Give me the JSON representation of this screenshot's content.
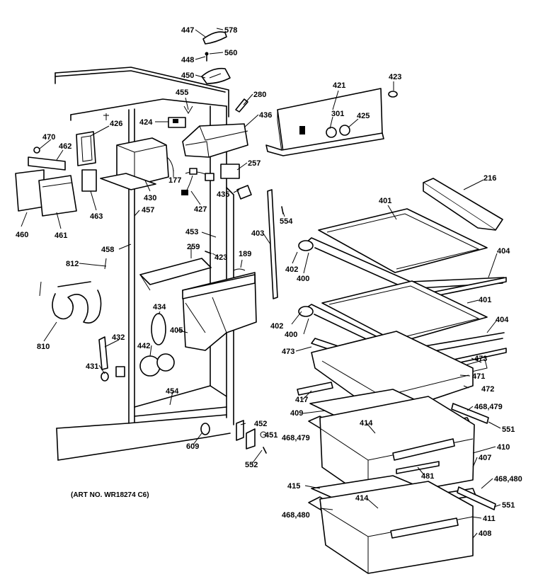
{
  "diagram": {
    "art_number": "(ART NO. WR18274 C6)",
    "callouts": [
      "447",
      "578",
      "448",
      "560",
      "450",
      "455",
      "280",
      "421",
      "423",
      "424",
      "426",
      "436",
      "470",
      "462",
      "301",
      "425",
      "430",
      "177",
      "257",
      "427",
      "435",
      "216",
      "460",
      "461",
      "463",
      "457",
      "453",
      "403",
      "554",
      "401",
      "458",
      "259",
      "423",
      "189",
      "402",
      "400",
      "404",
      "812",
      "434",
      "405",
      "810",
      "442",
      "432",
      "431",
      "473",
      "471",
      "472",
      "417",
      "409",
      "468,479",
      "414",
      "454",
      "609",
      "452",
      "451",
      "552",
      "551",
      "410",
      "407",
      "481",
      "468,480",
      "415",
      "414",
      "551",
      "411",
      "468,480",
      "408"
    ]
  }
}
